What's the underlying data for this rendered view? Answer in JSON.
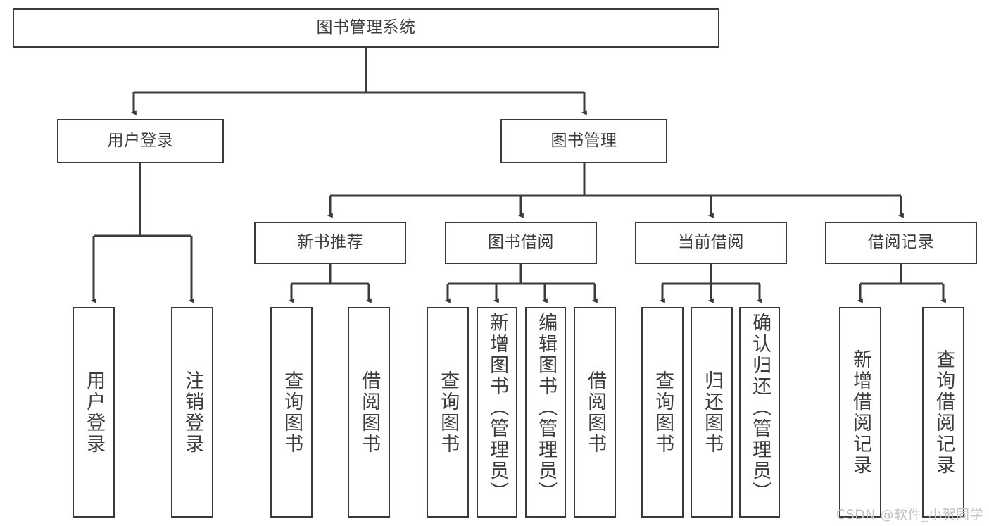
{
  "diagram": {
    "type": "tree",
    "root": {
      "label": "图书管理系统"
    },
    "level2": [
      {
        "label": "用户登录"
      },
      {
        "label": "图书管理"
      }
    ],
    "level3": [
      {
        "label": "新书推荐"
      },
      {
        "label": "图书借阅"
      },
      {
        "label": "当前借阅"
      },
      {
        "label": "借阅记录"
      }
    ],
    "leaves": {
      "user_login": [
        {
          "label": "用户登录"
        },
        {
          "label": "注销登录"
        }
      ],
      "new_book": [
        {
          "label": "查询图书"
        },
        {
          "label": "借阅图书"
        }
      ],
      "book_borrow": [
        {
          "label": "查询图书"
        },
        {
          "label": "新增图书（管理员）"
        },
        {
          "label": "编辑图书（管理员）"
        },
        {
          "label": "借阅图书"
        }
      ],
      "current_borrow": [
        {
          "label": "查询图书"
        },
        {
          "label": "归还图书"
        },
        {
          "label": "确认归还（管理员）"
        }
      ],
      "borrow_record": [
        {
          "label": "新增借阅记录"
        },
        {
          "label": "查询借阅记录"
        }
      ]
    }
  },
  "watermark": {
    "text": "CSDN @软件_小贺同学"
  },
  "colors": {
    "stroke": "#3a3a3a",
    "text": "#3c3c3c",
    "background": "#ffffff",
    "watermark": "#c3c3c3"
  }
}
